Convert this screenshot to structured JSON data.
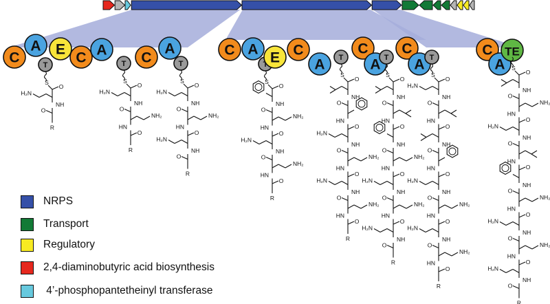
{
  "colors": {
    "nrps": "#3550a8",
    "transport": "#127a36",
    "regulatory": "#f7ea22",
    "dab": "#e6281e",
    "ppt": "#67c9de",
    "gray_gene": "#b5b5b5",
    "fan": "#a4addb",
    "cond": "#f28b1c",
    "aden": "#4aa3e0",
    "epim": "#f8e53a",
    "thio": "#9a9a9a",
    "te": "#5fb744"
  },
  "gene_cluster": [
    {
      "type": "dab",
      "dir": 1,
      "start": 0.0,
      "end": 16.5
    },
    {
      "type": "gray",
      "dir": 1,
      "start": 17.2,
      "end": 31.5
    },
    {
      "type": "ppt",
      "dir": 1,
      "start": 32.0,
      "end": 40.0
    },
    {
      "type": "nrps",
      "dir": 1,
      "start": 41.2,
      "end": 201.5
    },
    {
      "type": "nrps",
      "dir": 1,
      "start": 202.0,
      "end": 390.5
    },
    {
      "type": "nrps",
      "dir": 1,
      "start": 391.2,
      "end": 434.0
    },
    {
      "type": "transport",
      "dir": 1,
      "start": 435.0,
      "end": 459.0
    },
    {
      "type": "transport",
      "dir": -1,
      "start": 460.0,
      "end": 479.0
    },
    {
      "type": "transport",
      "dir": -1,
      "start": 480.0,
      "end": 491.0
    },
    {
      "type": "transport",
      "dir": -1,
      "start": 492.0,
      "end": 504.0
    },
    {
      "type": "gray",
      "dir": -1,
      "start": 505.0,
      "end": 514.0
    },
    {
      "type": "regulatory",
      "dir": -1,
      "start": 515.0,
      "end": 523.0
    },
    {
      "type": "regulatory",
      "dir": -1,
      "start": 524.0,
      "end": 532.0
    },
    {
      "type": "gray",
      "dir": -1,
      "start": 533.0,
      "end": 540.0
    }
  ],
  "domain_chain": [
    {
      "type": "C",
      "label": "C"
    },
    {
      "type": "A",
      "label": "A"
    },
    {
      "type": "T",
      "label": "T"
    },
    {
      "type": "E",
      "label": "E"
    },
    {
      "type": "C",
      "label": "C"
    },
    {
      "type": "A",
      "label": "A"
    },
    {
      "type": "T",
      "label": "T"
    },
    {
      "type": "C",
      "label": "C"
    },
    {
      "type": "A",
      "label": "A"
    },
    {
      "type": "T",
      "label": "T"
    },
    {
      "type": "C",
      "label": "C"
    },
    {
      "type": "A",
      "label": "A"
    },
    {
      "type": "T",
      "label": "T"
    },
    {
      "type": "E",
      "label": "E"
    },
    {
      "type": "C",
      "label": "C"
    },
    {
      "type": "A",
      "label": "A"
    },
    {
      "type": "T",
      "label": "T"
    },
    {
      "type": "C",
      "label": "C"
    },
    {
      "type": "A",
      "label": "A"
    },
    {
      "type": "T",
      "label": "T"
    },
    {
      "type": "C",
      "label": "C"
    },
    {
      "type": "A",
      "label": "A"
    },
    {
      "type": "T",
      "label": "T"
    },
    {
      "type": "C",
      "label": "C"
    },
    {
      "type": "A",
      "label": "A"
    },
    {
      "type": "T",
      "label": "T"
    },
    {
      "type": "TE",
      "label": "TE"
    }
  ],
  "peptide_chains": [
    {
      "residues": [
        "dab"
      ],
      "acyl": "R"
    },
    {
      "residues": [
        "dab",
        "dab"
      ],
      "acyl": "R"
    },
    {
      "residues": [
        "dab",
        "dab",
        "dab"
      ],
      "acyl": "R"
    },
    {
      "residues": [
        "phe",
        "dab",
        "dab",
        "dab"
      ],
      "acyl": "R"
    },
    {
      "residues": [
        "leu",
        "phe",
        "dab",
        "dab",
        "dab",
        "dab"
      ],
      "acyl": "R"
    },
    {
      "residues": [
        "leu",
        "leu",
        "phe",
        "dab",
        "dab",
        "dab",
        "dab"
      ],
      "acyl": "R"
    },
    {
      "residues": [
        "dab",
        "leu",
        "leu",
        "phe",
        "dab",
        "dab",
        "dab",
        "dab"
      ],
      "acyl": "R"
    },
    {
      "residues": [
        "leu",
        "dab",
        "dab",
        "leu",
        "phe",
        "dab",
        "dab",
        "dab",
        "dab"
      ],
      "acyl": "R"
    }
  ],
  "labels": {
    "nh2": "NH₂",
    "h2n": "H₂N",
    "nh": "NH",
    "hn": "HN",
    "o": "O",
    "s": "S",
    "r": "R"
  },
  "legend": [
    {
      "label": "NRPS",
      "color": "#3550a8"
    },
    {
      "label": "Transport",
      "color": "#127a36"
    },
    {
      "label": "Regulatory",
      "color": "#f7ea22"
    },
    {
      "label": "2,4-diaminobutyric acid biosynthesis",
      "color": "#e6281e"
    },
    {
      "label": " 4’-phosphopantetheinyl transferase",
      "color": "#67c9de"
    }
  ]
}
